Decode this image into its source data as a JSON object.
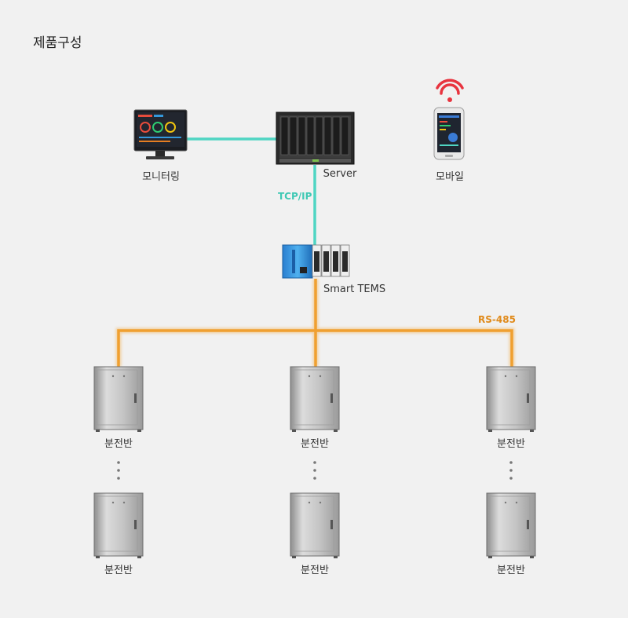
{
  "title": "제품구성",
  "nodes": {
    "monitoring": "모니터링",
    "server": "Server",
    "mobile": "모바일",
    "smart_tems": "Smart TEMS",
    "panel_label": "분전반"
  },
  "protocols": {
    "tcp": "TCP/IP",
    "rs485": "RS-485"
  },
  "colors": {
    "tcp_line": "#4fd5c3",
    "rs485_line": "#f0a030",
    "rs485_text": "#e08a1a",
    "tcp_text": "#3ec8b4"
  }
}
